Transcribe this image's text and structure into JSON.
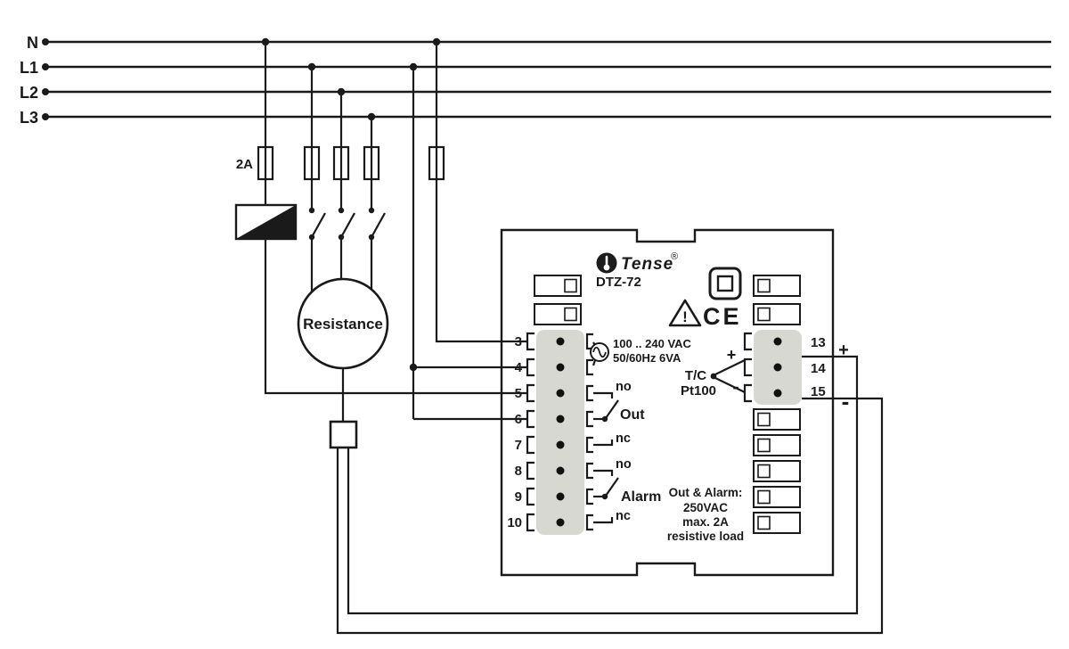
{
  "diagram": {
    "bus_labels": {
      "n": "N",
      "l1": "L1",
      "l2": "L2",
      "l3": "L3"
    },
    "fuse_rating": "2A",
    "load_label": "Resistance",
    "external": {
      "plus": "+",
      "minus": "-"
    },
    "device": {
      "brand": "Tense",
      "registered": "®",
      "model": "DTZ-72",
      "warning_mark": "!",
      "ce_mark": "CE",
      "supply": {
        "line1": "100 .. 240 VAC",
        "line2": "50/60Hz 6VA"
      },
      "out_relay": {
        "no": "no",
        "name": "Out",
        "nc": "nc"
      },
      "alarm_relay": {
        "no": "no",
        "name": "Alarm",
        "nc": "nc"
      },
      "sensor": {
        "line1": "T/C",
        "line2": "Pt100",
        "plus": "+",
        "minus": "-"
      },
      "rating": {
        "line1": "Out & Alarm:",
        "line2": "250VAC",
        "line3": "max. 2A",
        "line4": "resistive load"
      },
      "terminals_left": [
        "3",
        "4",
        "5",
        "6",
        "7",
        "8",
        "9",
        "10"
      ],
      "terminals_right": [
        "13",
        "14",
        "15"
      ]
    }
  }
}
